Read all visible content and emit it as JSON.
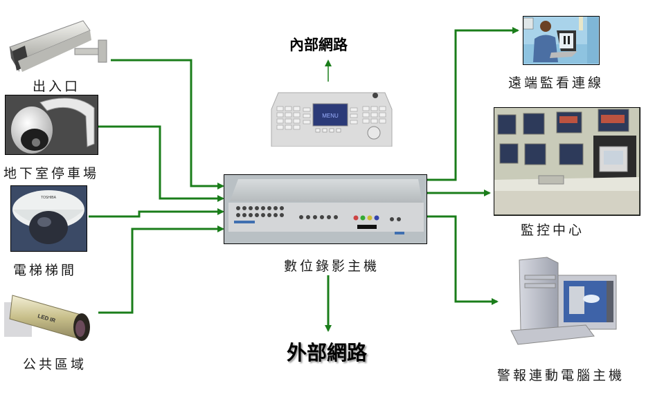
{
  "diagram": {
    "title": "數位錄影主機監控系統架構",
    "wire_color": "#1a7d1a",
    "cameras": [
      {
        "id": "entrance",
        "label": "出入口",
        "icon": "box-camera-icon"
      },
      {
        "id": "parking",
        "label": "地下室停車場",
        "icon": "speed-dome-camera-icon"
      },
      {
        "id": "elevator",
        "label": "電梯梯間",
        "icon": "dome-camera-icon",
        "brand_text": "TOSHIBA"
      },
      {
        "id": "public",
        "label": "公共區域",
        "icon": "ir-bullet-camera-icon",
        "badge_text": "LED IR"
      }
    ],
    "center": {
      "label": "數位錄影主機",
      "icon": "dvr-unit-icon"
    },
    "controller": {
      "icon": "keyboard-controller-icon",
      "screen_text": "MENU"
    },
    "internal_network": {
      "label": "內部網路"
    },
    "external_network": {
      "label": "外部網路"
    },
    "outputs": [
      {
        "id": "remote",
        "label": "遠端監看連線",
        "icon": "remote-viewer-icon"
      },
      {
        "id": "control-center",
        "label": "監控中心",
        "icon": "monitor-wall-icon"
      },
      {
        "id": "alarm-pc",
        "label": "警報連動電腦主機",
        "icon": "desktop-computer-icon"
      }
    ],
    "connections": [
      {
        "from": "entrance",
        "to": "center"
      },
      {
        "from": "parking",
        "to": "center"
      },
      {
        "from": "elevator",
        "to": "center"
      },
      {
        "from": "public",
        "to": "center"
      },
      {
        "from": "controller",
        "to": "internal_network"
      },
      {
        "from": "center",
        "to": "external_network"
      },
      {
        "from": "center",
        "to": "remote"
      },
      {
        "from": "center",
        "to": "control-center"
      },
      {
        "from": "center",
        "to": "alarm-pc"
      }
    ]
  }
}
